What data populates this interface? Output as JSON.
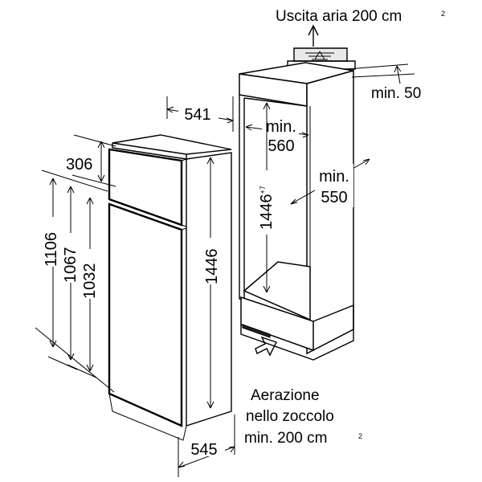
{
  "labels": {
    "outlet_air": "Uscita aria 200 cm",
    "outlet_air_sup": "2",
    "plinth_vent_line1": "Aerazione",
    "plinth_vent_line2": "nello zoccolo",
    "plinth_vent_line3": "min. 200 cm",
    "plinth_vent_sup": "2"
  },
  "dimensions": {
    "depth_top": "541",
    "height_top_door": "306",
    "h_1106": "1106",
    "h_1067": "1067",
    "h_1032": "1032",
    "height_total": "1446",
    "width_bottom": "545",
    "niche_min_label": "min.",
    "niche_width": "560",
    "niche_height": "1446",
    "niche_height_tol": "+7",
    "niche_depth_min_label": "min.",
    "niche_depth": "550",
    "top_gap": "min. 50"
  }
}
